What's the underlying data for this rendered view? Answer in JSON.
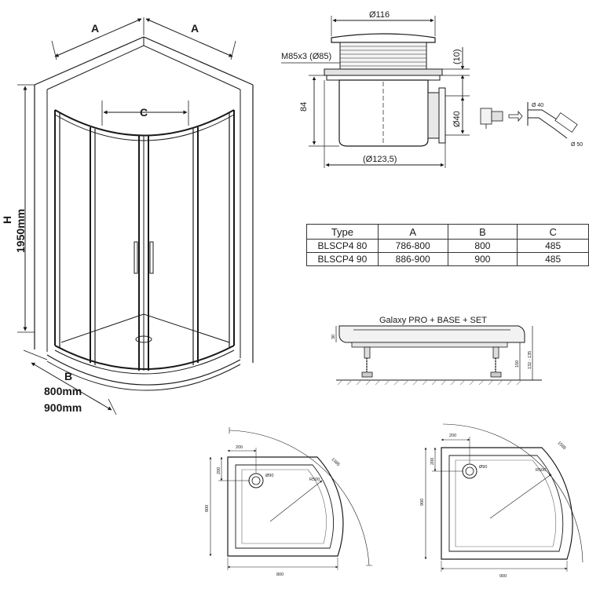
{
  "enclosure": {
    "dim_a_left": "A",
    "dim_a_right": "A",
    "dim_c": "C",
    "dim_h": "H",
    "height_value": "1950mm",
    "dim_b": "B",
    "depth_800": "800mm",
    "depth_900": "900mm"
  },
  "waste": {
    "top_diameter": "Ø116",
    "thread": "M85x3 (Ø85)",
    "collar_height": "(10)",
    "body_height": "84",
    "outlet_diameter": "Ø40",
    "base_diameter": "(Ø123,5)",
    "hose_diam_40": "Ø 40",
    "hose_diam_50": "Ø 50"
  },
  "table": {
    "headers": [
      "Type",
      "A",
      "B",
      "C"
    ],
    "rows": [
      [
        "BLSCP4 80",
        "786-800",
        "800",
        "485"
      ],
      [
        "BLSCP4 90",
        "886-900",
        "900",
        "485"
      ]
    ]
  },
  "tray_profile": {
    "title": "Galaxy PRO + BASE + SET",
    "rim_height": "30",
    "leg_height": "150",
    "range": "132 - 135"
  },
  "tray_800": {
    "offset_x": "200",
    "offset_y": "200",
    "drain": "Ø90",
    "radius": "R500",
    "arc_length": "1385",
    "width": "800",
    "depth": "800"
  },
  "tray_900": {
    "offset_x": "200",
    "offset_y": "200",
    "drain": "Ø90",
    "radius": "R500",
    "arc_length": "1585",
    "width": "900",
    "depth": "900"
  }
}
